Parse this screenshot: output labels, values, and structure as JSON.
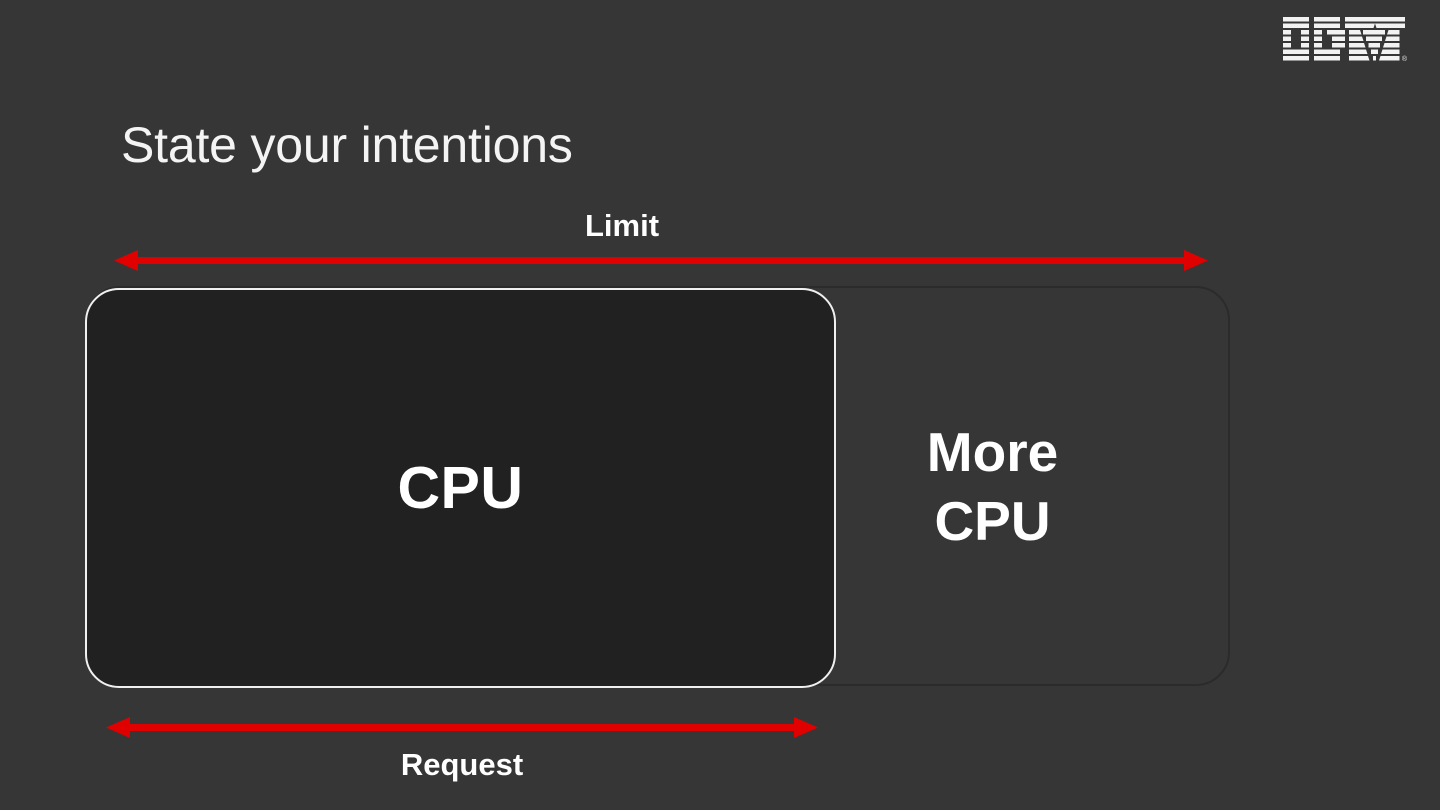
{
  "slide": {
    "background_color": "#363636",
    "title": "State your intentions",
    "brand": {
      "logo_name": "ibm-logo",
      "registered_mark": "®"
    },
    "accent_color": "#e00000",
    "text_color": "#ffffff"
  },
  "diagram": {
    "limit": {
      "label": "Limit",
      "arrow_name": "limit-double-arrow",
      "arrow_color": "#e00000"
    },
    "request": {
      "label": "Request",
      "arrow_name": "request-double-arrow",
      "arrow_color": "#e00000"
    },
    "boxes": [
      {
        "name": "request-box",
        "label": "CPU",
        "fill_color": "#212121",
        "border_color": "#f0f0f0"
      },
      {
        "name": "limit-overflow-box",
        "label_line1": "More",
        "label_line2": "CPU",
        "fill_color": "#363636",
        "border_color": "#2b2b2b"
      }
    ]
  }
}
